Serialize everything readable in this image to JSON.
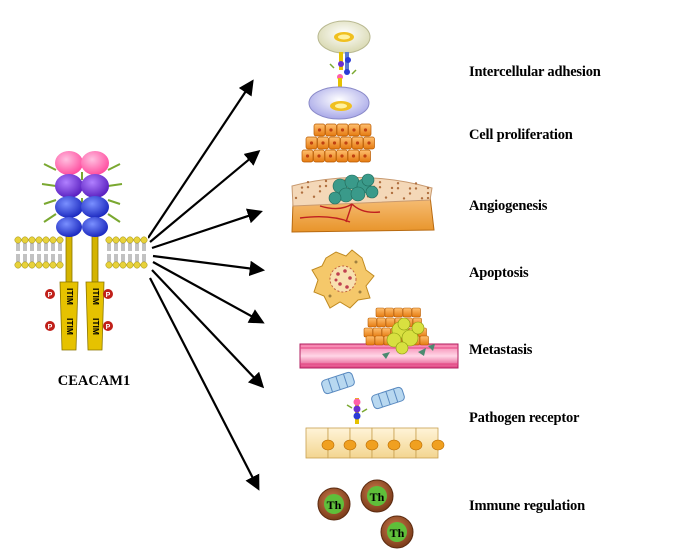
{
  "protein": {
    "name": "CEACAM1",
    "itim_label": "ITIM",
    "phospho_label": "P"
  },
  "functions": [
    {
      "label": "Intercellular adhesion"
    },
    {
      "label": "Cell proliferation"
    },
    {
      "label": "Angiogenesis"
    },
    {
      "label": "Apoptosis"
    },
    {
      "label": "Metastasis"
    },
    {
      "label": "Pathogen receptor"
    },
    {
      "label": "Immune regulation"
    }
  ],
  "immune_cell_label": "Th",
  "colors": {
    "pink_domain": "#ff5fa8",
    "purple_domain": "#6a2fd0",
    "blue_domain": "#2b3bd6",
    "itim_yellow": "#e6c200",
    "phospho_red": "#c0201a",
    "membrane_lipid": "#e8d23a",
    "cell_orange": "#f19a38",
    "vessel_pink": "#e23b7e",
    "t_cell_brown": "#9a5a2a",
    "t_cell_green": "#5fbf3a"
  }
}
